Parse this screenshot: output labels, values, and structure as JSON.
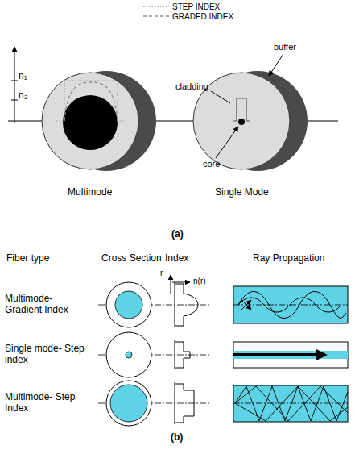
{
  "diagram": {
    "labels": [
      "n₁",
      "n₂",
      "cladding",
      "buffer",
      "core",
      "Multimode",
      "Single Mode",
      "(a)",
      "Fiber type",
      "Cross Section",
      "Index",
      "Ray Propagation",
      "Multimode- Gradient Index",
      "r",
      "n(r)",
      "Single mode- Step index",
      "Multimode- Step Index",
      "(b)"
    ],
    "legend": [
      {
        "text": "STEP INDEX"
      },
      {
        "text": "GRADED INDEX"
      }
    ]
  }
}
